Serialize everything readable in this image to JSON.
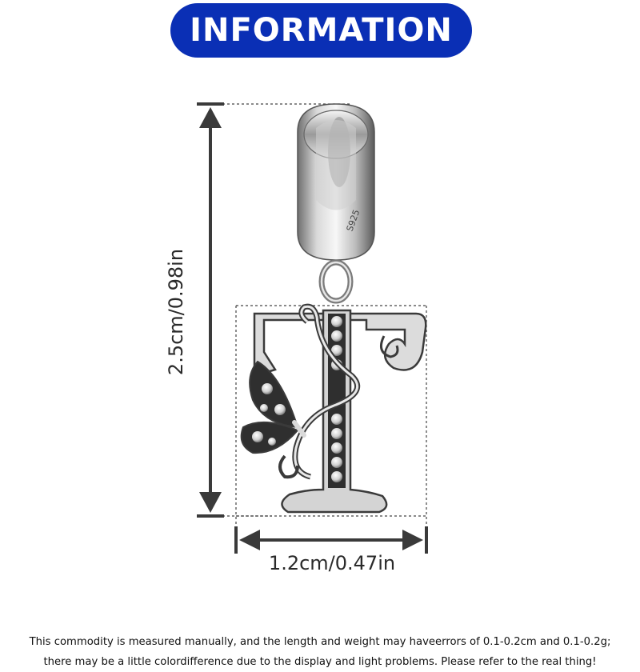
{
  "banner": {
    "title": "INFORMATION",
    "color": "#0a2fb5"
  },
  "dimensions": {
    "height_label": "2.5cm/0.98in",
    "width_label": "1.2cm/0.47in"
  },
  "product": {
    "stamp": "S925"
  },
  "disclaimer": {
    "line1": "This commodity is measured manually, and the length and weight may haveerrors of 0.1-0.2cm and 0.1-0.2g;",
    "line2": "there may be a little colordifference due to the display and light problems. Please refer to the real thing!"
  }
}
